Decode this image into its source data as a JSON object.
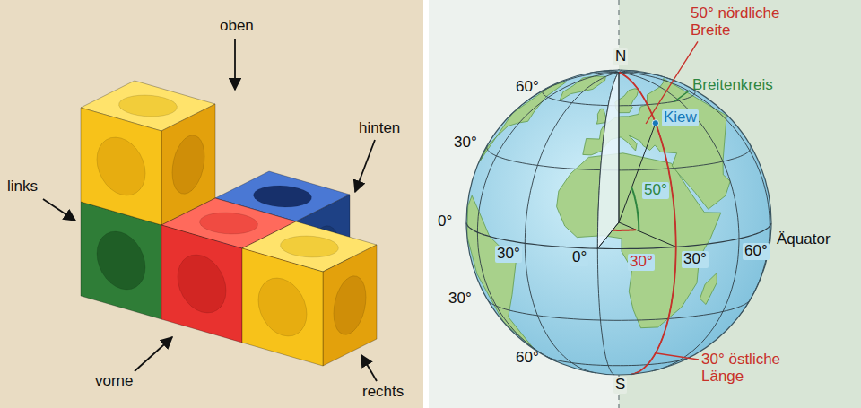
{
  "diagram": {
    "labels": [
      "oben",
      "hinten",
      "links",
      "vorne",
      "rechts",
      "N",
      "50° nördliche Breite",
      "60°",
      "Breitenkreis",
      "Kiew",
      "30°",
      "50°",
      "0°",
      "30°",
      "0°",
      "30°",
      "30°",
      "60°",
      "Äquator",
      "30°",
      "60°",
      "S",
      "30° östliche Länge"
    ]
  }
}
